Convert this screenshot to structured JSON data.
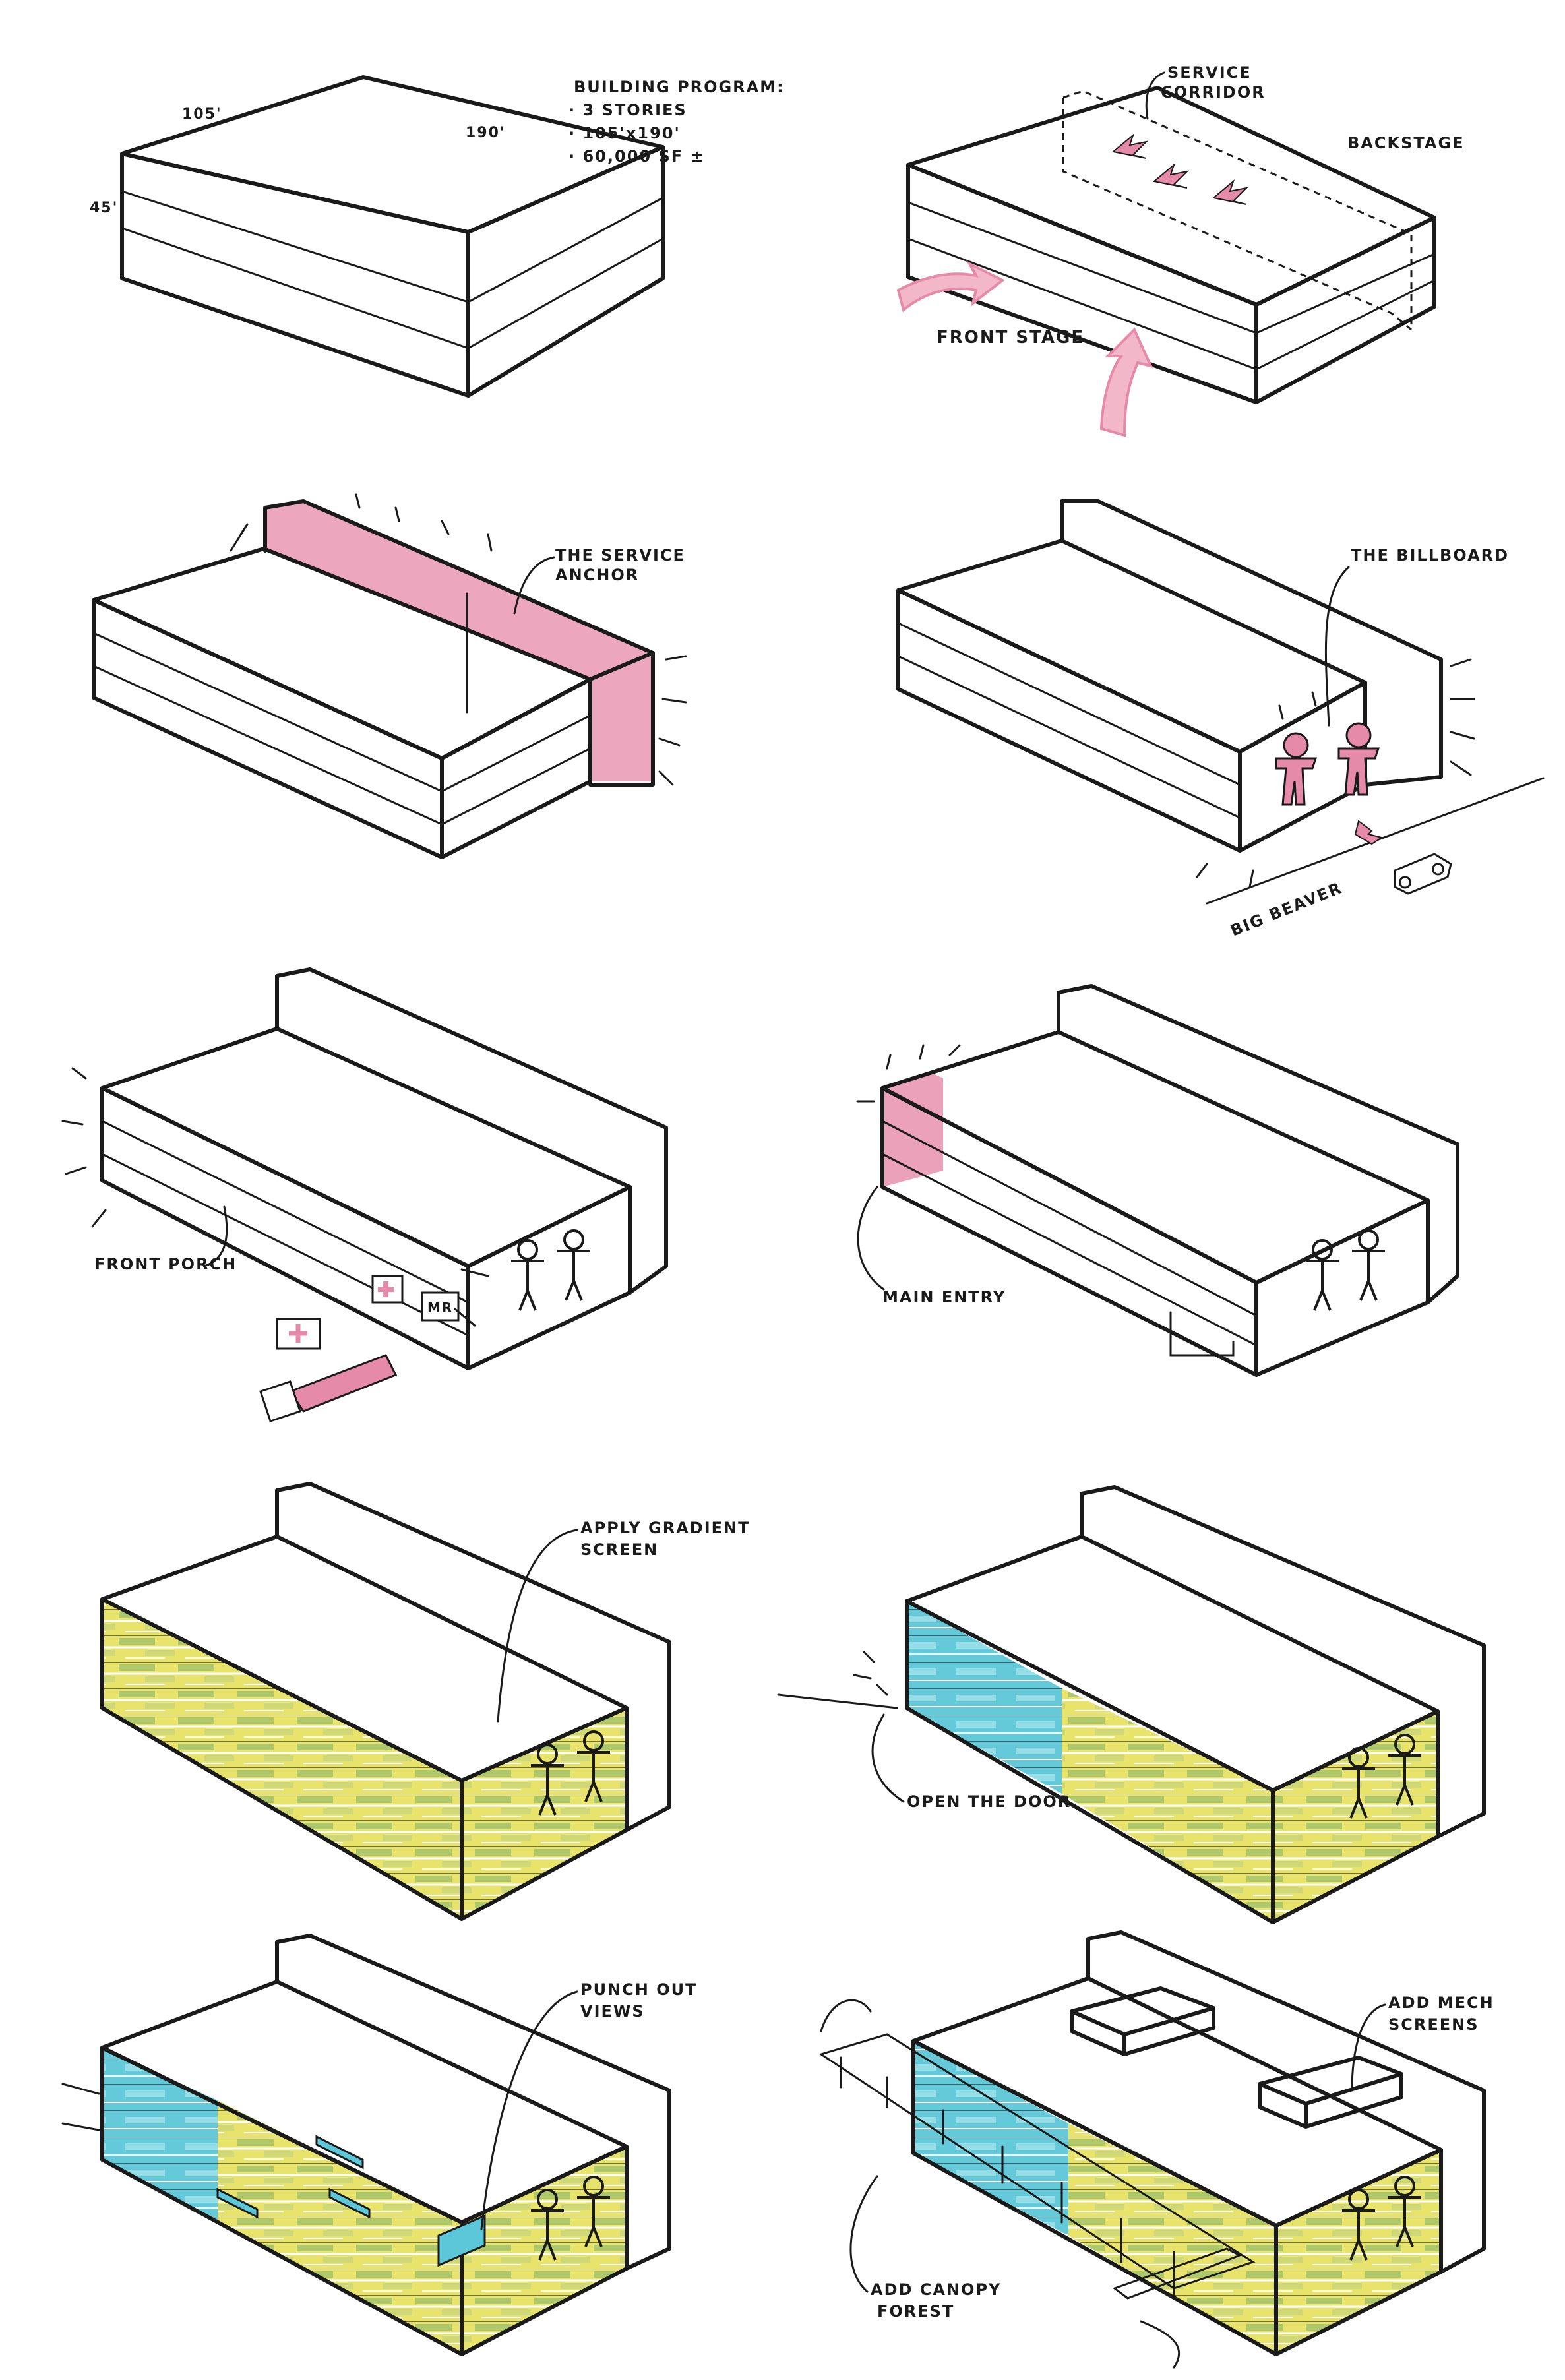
{
  "panels": {
    "p1": {
      "program_title": "BUILDING PROGRAM:",
      "program_items": [
        "3 STORIES",
        "105'x190'",
        "60,000 SF ±"
      ],
      "dim_width": "105'",
      "dim_length": "190'",
      "dim_height": "45'"
    },
    "p2": {
      "service_corridor": [
        "SERVICE",
        "CORRIDOR"
      ],
      "backstage": "BACKSTAGE",
      "front_stage": "FRONT STAGE"
    },
    "p3": {
      "service_anchor": [
        "THE SERVICE",
        "ANCHOR"
      ]
    },
    "p4": {
      "billboard": "THE BILLBOARD",
      "road": "BIG BEAVER"
    },
    "p5": {
      "front_porch": "FRONT PORCH",
      "mr": "MR"
    },
    "p6": {
      "main_entry": "MAIN ENTRY"
    },
    "p7": {
      "gradient_screen": [
        "APPLY GRADIENT",
        "SCREEN"
      ]
    },
    "p8": {
      "open_door": "OPEN THE DOOR"
    },
    "p9": {
      "punch_out": [
        "PUNCH OUT",
        "VIEWS"
      ]
    },
    "p10": {
      "mech_screens": [
        "ADD MECH",
        "SCREENS"
      ],
      "canopy": [
        "ADD CANOPY",
        "FOREST"
      ]
    }
  },
  "colors": {
    "pink": "#e58aa8",
    "pink_light": "#f2b8c9",
    "yellow": "#d7d545",
    "green": "#a6c25a",
    "cyan": "#5cc7d8",
    "ink": "#1a1a1a"
  }
}
